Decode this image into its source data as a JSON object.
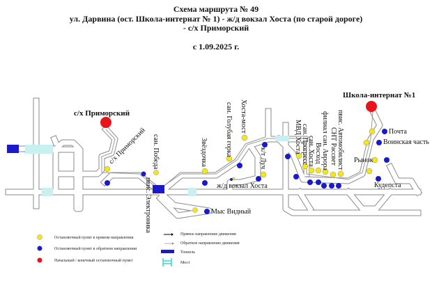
{
  "header": {
    "line1": "Схема маршрута №  49",
    "line2": "ул. Дарвина (ост. Школа-интернат № 1) -  ж/д вокзал Хоста (по старой дороге)",
    "line3": "- с/х Приморский",
    "date": "с 1.09.2025 г."
  },
  "colors": {
    "forward_stop": "#f5e61a",
    "reverse_stop": "#1a1acc",
    "terminal": "#e8141c",
    "tunnel": "#1a1acc",
    "bridge": "#36d6d6",
    "road": "#8a8a8a"
  },
  "terminals": {
    "primorsky": "с/х  Приморский",
    "school": "Школа-интернат №1"
  },
  "stops": {
    "primorsky": "с/х Приморский",
    "elektronika": "пвис. Электроника",
    "pobeda": "сан. Победа",
    "zvezdochka": "Звёздочка",
    "golubaya_gorka": "сан. Голубая горка",
    "khosta_most": "Хоста-мост",
    "luch": "к/т Луч",
    "vokzal": "ж/д вокзал Хоста",
    "mys_vidny": "Мыс Видный",
    "mvd": "МВД Хоста",
    "progress": "сан. Прогресс",
    "khosta": "сан. Хоста",
    "voskhod": "Восход",
    "avrora": "филиал сан. Аврора",
    "rassvet": "СНТ Рассвет",
    "avtomobilist": "пвис. Автомобилист",
    "pochta": "Почта",
    "voinskaya": "Воинская часть",
    "rynok": "Рынок",
    "kudepsta": "Кудепста"
  },
  "legend": {
    "forward_stop": "Остановочный пункт в прямом направлении",
    "reverse_stop": "Остановочный пункт в обратном направлении",
    "terminal": "Начальный / конечный остановочный пункт",
    "forward_dir": "Прямое направление движения",
    "reverse_dir": "Обратное направление движения",
    "tunnel": "Тоннель",
    "bridge": "Мост"
  }
}
